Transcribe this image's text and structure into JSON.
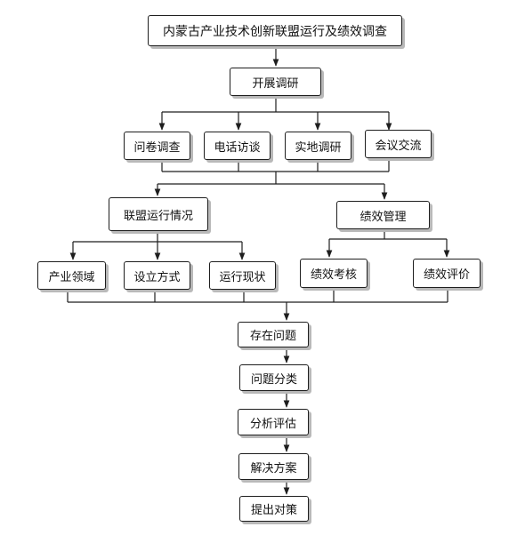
{
  "diagram": {
    "nodes": {
      "root": "内蒙古产业技术创新联盟运行及绩效调查",
      "research": "开展调研",
      "questionnaire": "问卷调查",
      "phone_interview": "电话访谈",
      "field_research": "实地调研",
      "conference": "会议交流",
      "alliance_operation": "联盟运行情况",
      "performance_management": "绩效管理",
      "industry_field": "产业领域",
      "establishment_mode": "设立方式",
      "operation_status": "运行现状",
      "performance_assessment": "绩效考核",
      "performance_evaluation": "绩效评价",
      "problems": "存在问题",
      "problem_classification": "问题分类",
      "analysis_evaluation": "分析评估",
      "solution": "解决方案",
      "countermeasures": "提出对策"
    }
  },
  "colors": {
    "line": "#1e1e1e",
    "box_border": "#1e1e1e",
    "box_shadow": "#b9b9b9",
    "background": "#ffffff"
  }
}
